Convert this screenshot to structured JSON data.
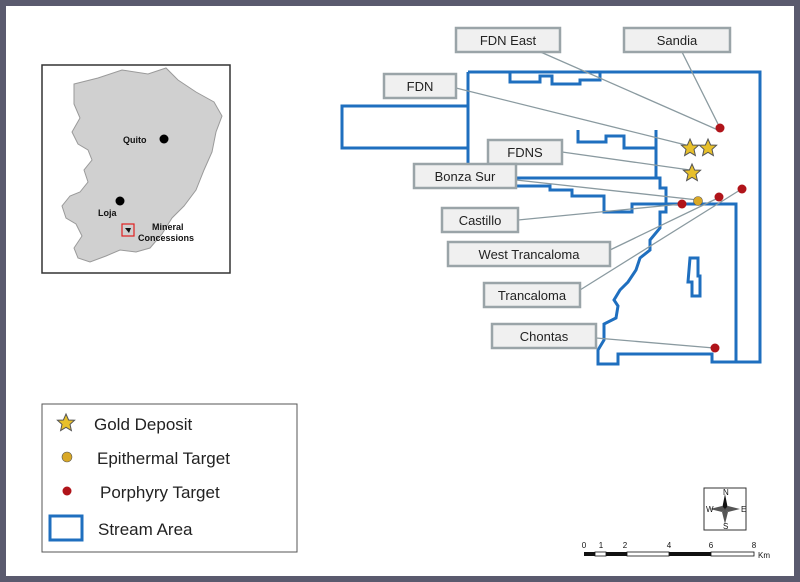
{
  "inset": {
    "cities": [
      "Quito",
      "Loja"
    ],
    "concessions_line1": "Mineral",
    "concessions_line2": "Concessions"
  },
  "labels": {
    "fdn_east": "FDN East",
    "sandia": "Sandia",
    "fdn": "FDN",
    "fdns": "FDNS",
    "bonza_sur": "Bonza Sur",
    "castillo": "Castillo",
    "west_trancaloma": "West Trancaloma",
    "trancaloma": "Trancaloma",
    "chontas": "Chontas"
  },
  "legend": {
    "gold": "Gold Deposit",
    "epithermal": "Epithermal Target",
    "porphyry": "Porphyry Target",
    "stream": "Stream Area"
  },
  "scale_bar": {
    "ticks": [
      "0",
      "1",
      "2",
      "4",
      "6",
      "8"
    ],
    "unit": "Km"
  },
  "compass": {
    "n": "N",
    "s": "S",
    "e": "E",
    "w": "W"
  },
  "colors": {
    "stream_area": "#1f6fbf",
    "gold": "#e8c02a",
    "epithermal": "#d9a826",
    "porphyry": "#b0141a",
    "label_box_fill": "#f0f0f0",
    "label_box_border": "#9aa4a8",
    "frame": "#5a5a6e"
  }
}
